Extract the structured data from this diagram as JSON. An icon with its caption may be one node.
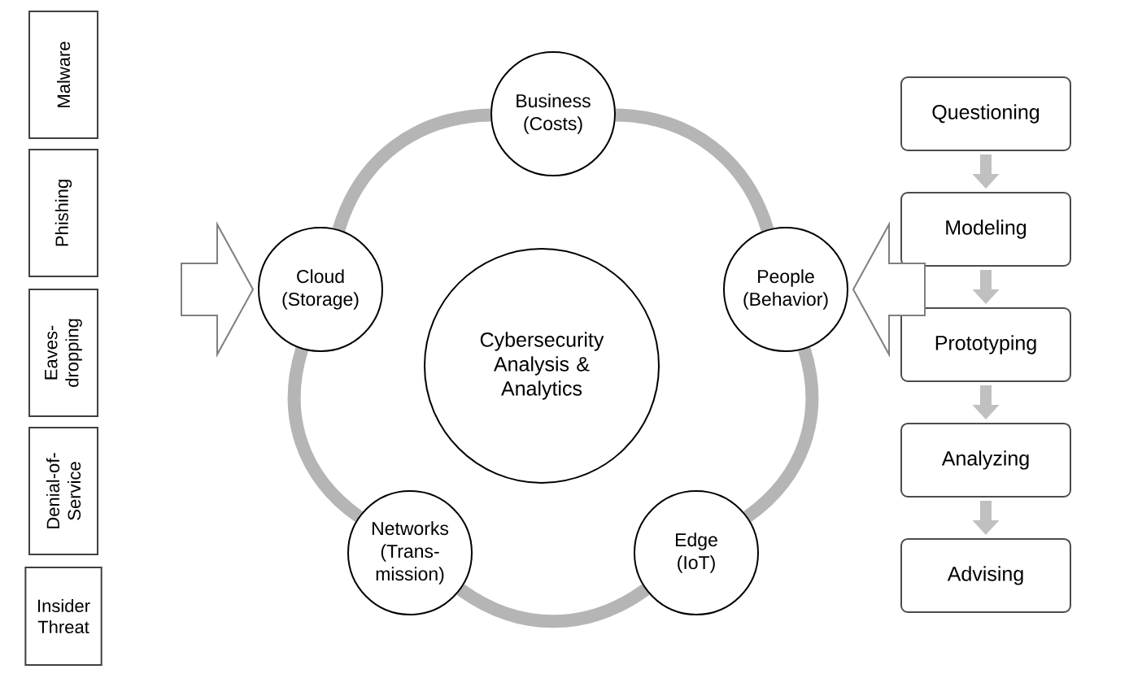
{
  "diagram": {
    "nodes": [
      {
        "text": [
          "Malware"
        ]
      },
      {
        "text": [
          "Phishing"
        ]
      },
      {
        "text": [
          "Eaves- dropping"
        ]
      },
      {
        "text": [
          "Denial-of- Service"
        ]
      },
      {
        "text": [
          "Insider Threat"
        ]
      },
      {
        "text": [
          "Business (Costs)"
        ]
      },
      {
        "text": [
          "People (Behavior)"
        ]
      },
      {
        "text": [
          "Edge (IoT)"
        ]
      },
      {
        "text": [
          "Networks (Trans- mission)"
        ]
      },
      {
        "text": [
          "Cloud (Storage)"
        ]
      },
      {
        "text": [
          "Cybersecurity Analysis & Analytics"
        ]
      },
      {
        "text": [
          "Questioning"
        ]
      },
      {
        "text": [
          "Modeling"
        ]
      },
      {
        "text": [
          "Prototyping"
        ]
      },
      {
        "text": [
          "Analyzing"
        ]
      },
      {
        "text": [
          "Advising"
        ]
      }
    ],
    "edges": [
      {
        "from": 5,
        "to": 6,
        "arrow": "none",
        "color": "#b5b5b5"
      },
      {
        "from": 6,
        "to": 7,
        "arrow": "none",
        "color": "#b5b5b5"
      },
      {
        "from": 7,
        "to": 8,
        "arrow": "none",
        "color": "#b5b5b5"
      },
      {
        "from": 8,
        "to": 9,
        "arrow": "none",
        "color": "#b5b5b5"
      },
      {
        "from": 9,
        "to": 5,
        "arrow": "none",
        "color": "#b5b5b5"
      },
      {
        "from": 11,
        "to": 12,
        "arrow": "to",
        "color": "#c0c0c0"
      },
      {
        "from": 12,
        "to": 13,
        "arrow": "to",
        "color": "#c0c0c0"
      },
      {
        "from": 13,
        "to": 14,
        "arrow": "to",
        "color": "#c0c0c0"
      },
      {
        "from": 14,
        "to": 15,
        "arrow": "to",
        "color": "#c0c0c0"
      },
      {
        "from": null,
        "to": 9,
        "arrow": "to"
      },
      {
        "from": null,
        "to": 6,
        "arrow": "to"
      }
    ]
  }
}
